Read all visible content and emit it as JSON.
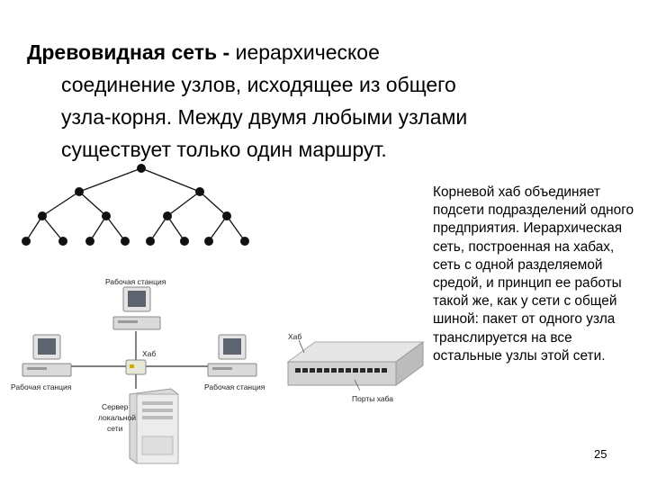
{
  "heading": {
    "bold": "Древовидная сеть -",
    "line1_rest": " иерархическое",
    "line2": "соединение узлов, исходящее из общего",
    "line3": "узла-корня. Между двумя любыми узлами",
    "line4": "существует только один маршрут."
  },
  "description": "Корневой хаб объединяет подсети подразделений одного предприятия. Иерархическая сеть, построенная на хабах, сеть с одной разделяемой средой, и принцип ее работы такой же, как у сети с общей шиной: пакет от одного узла транслируется на все остальные узлы этой сети.",
  "diagram_labels": {
    "workstation_top": "Рабочая станция",
    "hub": "Хаб",
    "workstation_left": "Рабочая станция",
    "workstation_right": "Рабочая станция",
    "server_line1": "Сервер",
    "server_line2": "локальной",
    "server_line3": "сети",
    "hub_photo": "Хаб",
    "hub_ports": "Порты хаба"
  },
  "page_number": "25",
  "colors": {
    "text": "#000000",
    "background": "#ffffff",
    "node": "#111111"
  }
}
